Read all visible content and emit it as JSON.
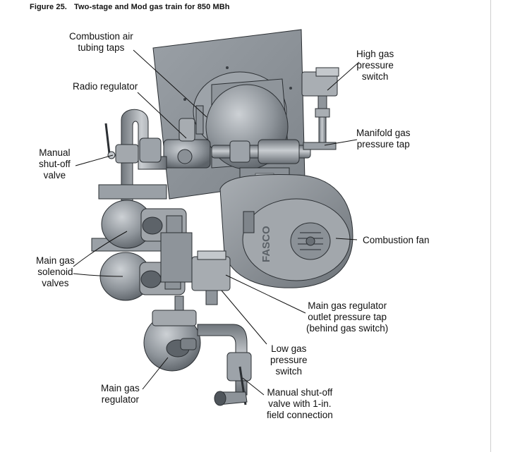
{
  "figure": {
    "number": "Figure 25.",
    "caption": "Two-stage and Mod gas train for 850 MBh"
  },
  "unit_brand": "FASCO",
  "labels": {
    "combustion_air_taps": [
      "Combustion air",
      "tubing taps"
    ],
    "radio_regulator": [
      "Radio regulator"
    ],
    "manual_shutoff_valve": [
      "Manual",
      "shut-off",
      "valve"
    ],
    "main_gas_solenoid_valves": [
      "Main gas",
      "solenoid",
      "valves"
    ],
    "main_gas_regulator": [
      "Main gas",
      "regulator"
    ],
    "high_gas_pressure_switch": [
      "High gas",
      "pressure",
      "switch"
    ],
    "manifold_gas_pressure_tap": [
      "Manifold gas",
      "pressure tap"
    ],
    "combustion_fan": [
      "Combustion fan"
    ],
    "main_gas_regulator_outlet_tap": [
      "Main gas regulator",
      "outlet pressure tap",
      "(behind gas switch)"
    ],
    "low_gas_pressure_switch": [
      "Low gas",
      "pressure",
      "switch"
    ],
    "manual_shutoff_field": [
      "Manual shut-off",
      "valve with 1-in.",
      "field connection"
    ]
  },
  "colors": {
    "metal_light": "#bfc3c7",
    "metal_mid": "#8d9399",
    "metal_dark": "#5a6066",
    "outline": "#2b2f33",
    "leader": "#111111"
  }
}
